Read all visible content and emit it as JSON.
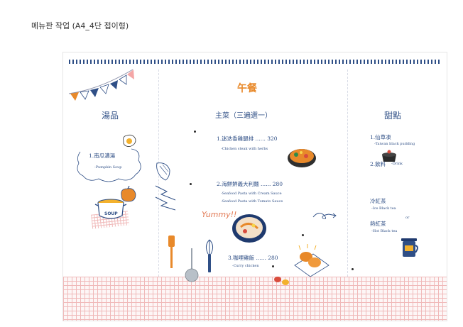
{
  "page": {
    "title": "메뉴판 작업 (A4_4단 접이형)"
  },
  "colors": {
    "navy": "#2f4f86",
    "orange": "#e8892a",
    "grid_pink": "#f0b9b9"
  },
  "left": {
    "heading": "湯品",
    "item": "1.南瓜濃湯",
    "item_sub": "-Pumpkin Soup",
    "bowl_label": "SOUP"
  },
  "center": {
    "heading": "午餐",
    "subheading": "主菜（三遍選一）",
    "items": [
      {
        "name": "1.迷迭香雞腿排 ...... 320",
        "sub1": "-Chicken steak with herbs",
        "sub2": ""
      },
      {
        "name": "2.海鮮鮮義大利麵 ...... 280",
        "sub1": "-Seafood Pasta with Cream Sauce",
        "sub2": "-Seafood Pasta with Tomato Sauce"
      },
      {
        "name": "3.咖哩雞飯 ...... 280",
        "sub1": "-Curry chicken",
        "sub2": ""
      }
    ],
    "yummy": "Yummy!!"
  },
  "right": {
    "heading": "甜點",
    "item1": "1.仙草凍",
    "item1_sub": "-Taiwan black pudding",
    "item2": "2.飲料",
    "item2_sub": "-Drink",
    "drink_cold": "冷紅茶",
    "drink_cold_sub": "-Ice Black tea",
    "or": "or",
    "drink_hot": "熱紅茶",
    "drink_hot_sub": "-Hot Black tea"
  },
  "icons": [
    "bunting-icon",
    "fried-egg-icon",
    "soup-pot-icon",
    "pumpkin-icon",
    "fish-icon",
    "arrow-icon",
    "spatula-icon",
    "ladle-icon",
    "whisk-icon",
    "seafood-pan-icon",
    "pasta-plate-icon",
    "fried-chicken-icon",
    "pudding-icon",
    "tea-cup-icon",
    "swirl-arrow-icon"
  ]
}
